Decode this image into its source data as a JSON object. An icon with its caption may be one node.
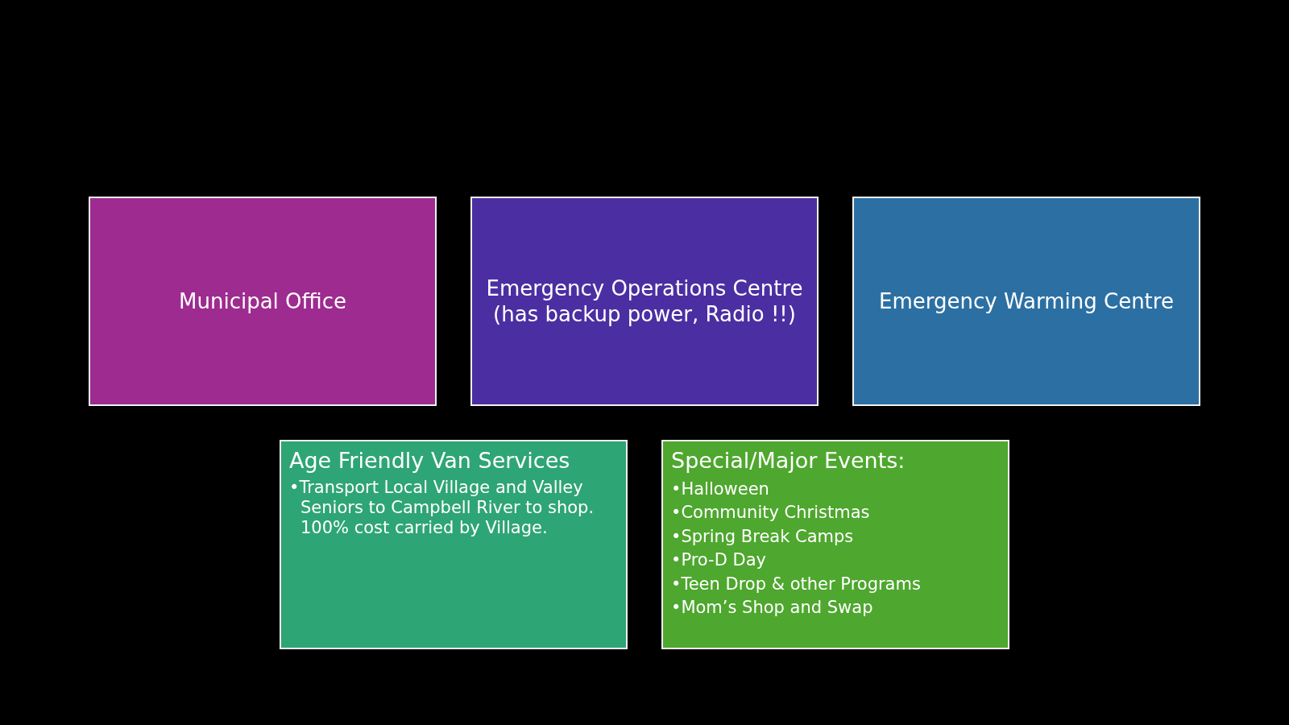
{
  "diagram": {
    "nodes": [
      {
        "text": [
          "Municipal Office"
        ]
      },
      {
        "text": [
          "Emergency Operations Centre (has backup power, Radio !!)"
        ]
      },
      {
        "text": [
          "Emergency Warming Centre"
        ]
      },
      {
        "text": [
          "Age Friendly Van Services",
          "•Transport Local Village and Valley Seniors to Campbell River to shop. 100% cost carried by Village."
        ]
      },
      {
        "text": [
          "Special/Major Events:",
          "•Halloween",
          "•Community Christmas",
          "•Spring Break Camps",
          "•Pro-D Day",
          "•Teen Drop & other Programs",
          "•Mom’s Shop and Swap"
        ]
      }
    ]
  }
}
